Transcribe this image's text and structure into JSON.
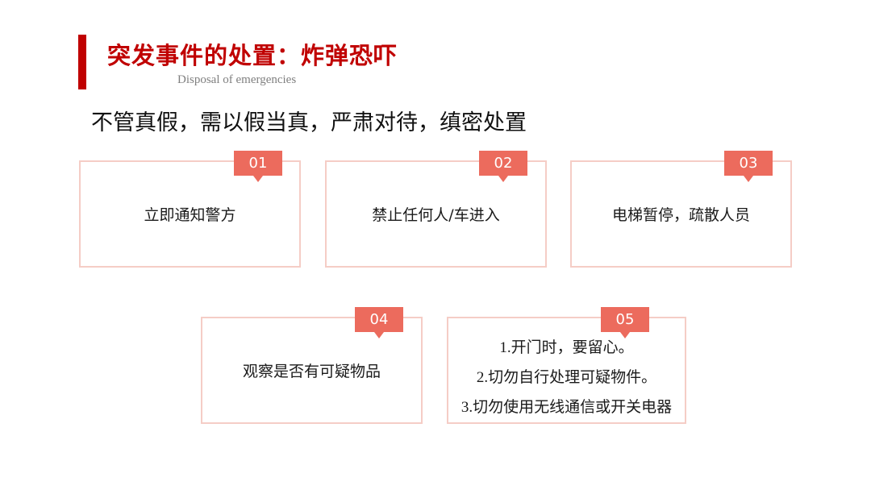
{
  "title": "突发事件的处置：炸弹恐吓",
  "subtitle": "Disposal of emergencies",
  "headline": "不管真假，需以假当真，严肃对待，缜密处置",
  "colors": {
    "accent": "#c00000",
    "badge": "#ec6b5d",
    "card_border": "#f5cdc6"
  },
  "cards": [
    {
      "number": "01",
      "text": "立即通知警方"
    },
    {
      "number": "02",
      "text": "禁止任何人/车进入"
    },
    {
      "number": "03",
      "text": "电梯暂停，疏散人员"
    },
    {
      "number": "04",
      "text": "观察是否有可疑物品"
    },
    {
      "number": "05",
      "lines": [
        "1.开门时，要留心。",
        "2.切勿自行处理可疑物件。",
        "3.切勿使用无线通信或开关电器"
      ]
    }
  ]
}
